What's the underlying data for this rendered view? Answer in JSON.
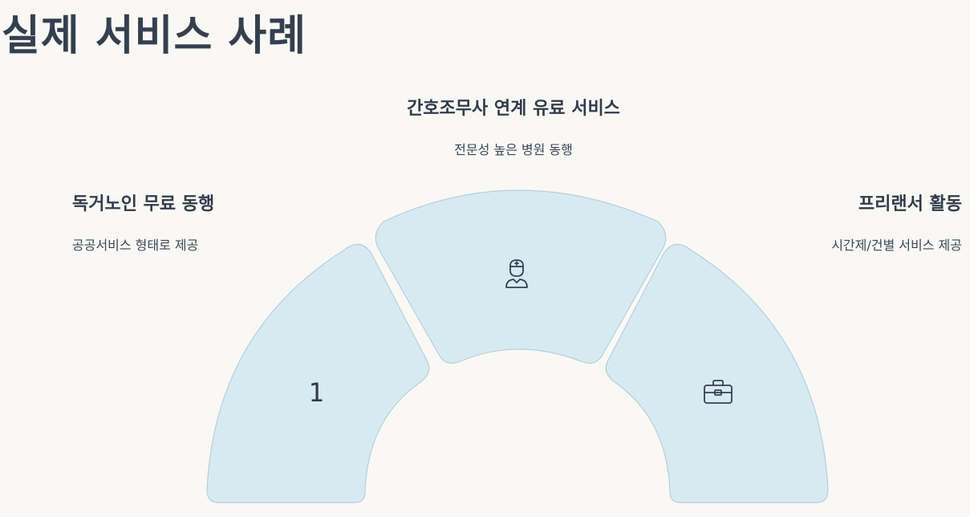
{
  "page_title": "실제 서비스 사례",
  "segments": [
    {
      "title": "독거노인 무료 동행",
      "subtitle": "공공서비스 형태로 제공",
      "marker": "1",
      "icon": "number-1"
    },
    {
      "title": "간호조무사 연계 유료 서비스",
      "subtitle": "전문성 높은 병원 동행",
      "icon": "nurse-icon"
    },
    {
      "title": "프리랜서 활동",
      "subtitle": "시간제/건별 서비스 제공",
      "icon": "briefcase-icon"
    }
  ],
  "colors": {
    "background": "#faf8f5",
    "segment_fill": "#d8eaf1",
    "segment_stroke": "#b3d0dc",
    "text": "#2f3b4a"
  }
}
